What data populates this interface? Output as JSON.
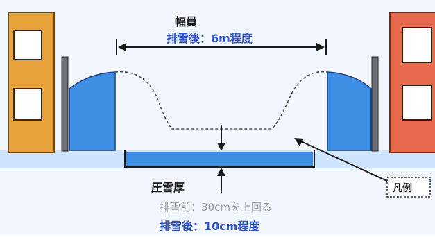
{
  "labels": {
    "width_title": "幅員",
    "width_value": "排雪後：6m程度",
    "compacted_title": "圧雪厚",
    "before_removal": "排雪前：30cmを上回る",
    "after_removal": "排雪後：10cm程度",
    "legend": "凡例"
  },
  "colors": {
    "background": "#f2f7ff",
    "left_building": "#e8a23c",
    "right_building": "#e7694e",
    "snow_blue": "#3f8ee6",
    "ground": "#cfe4ff",
    "text_dark": "#1a1a1a",
    "text_blue": "#2f55c9",
    "text_gray": "#9a9a9a"
  }
}
